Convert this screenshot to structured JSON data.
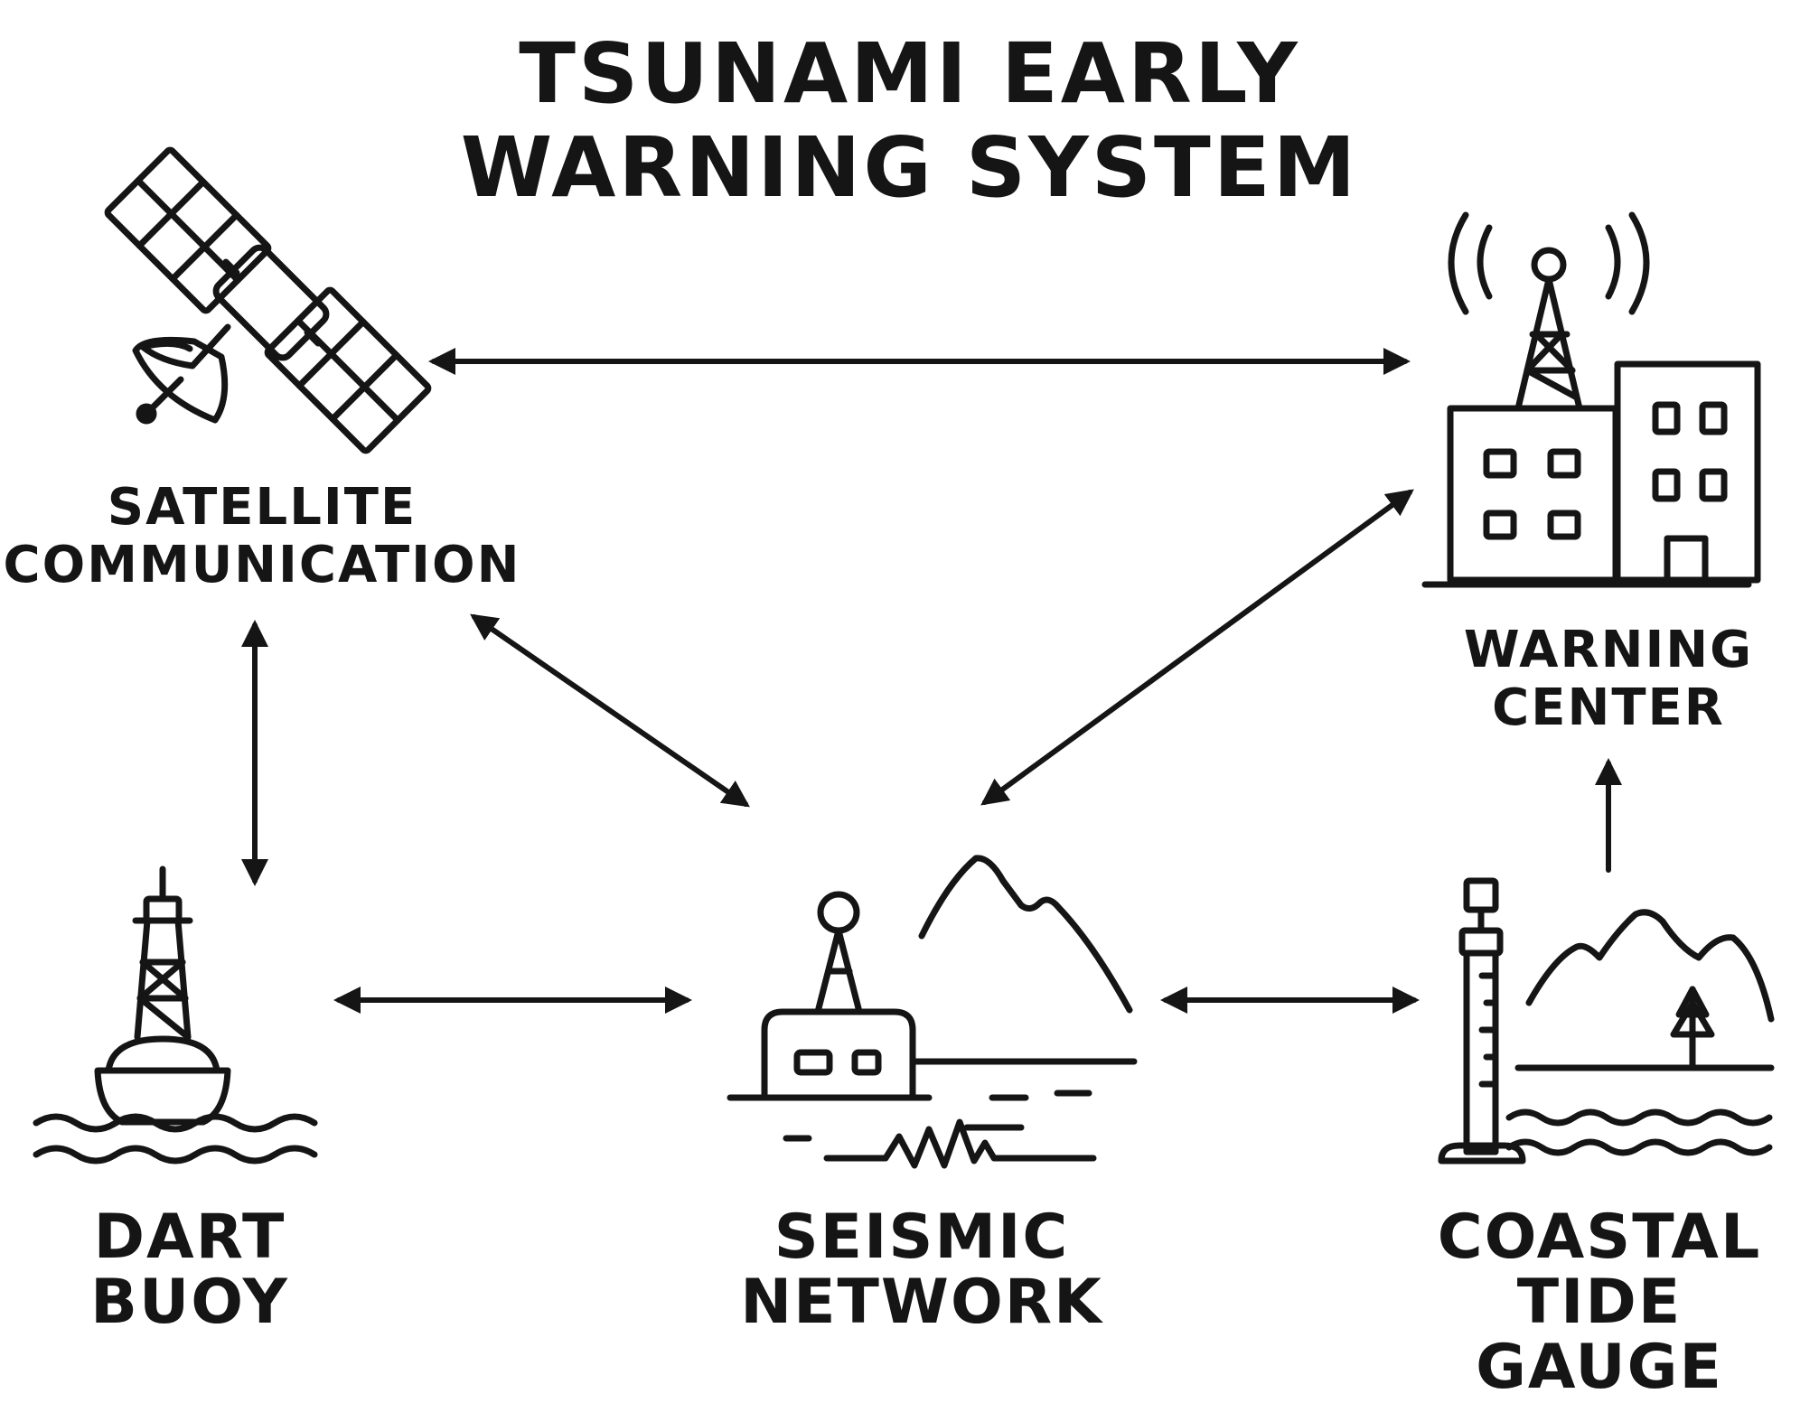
{
  "title": {
    "line1": "TSUNAMI EARLY",
    "line2": "WARNING SYSTEM"
  },
  "nodes": {
    "satellite": {
      "line1": "SATELLITE",
      "line2": "COMMUNICATION",
      "icon": "satellite-icon"
    },
    "warning_center": {
      "line1": "WARNING",
      "line2": "CENTER",
      "icon": "warning-center-building-icon"
    },
    "dart_buoy": {
      "line1": "DART",
      "line2": "BUOY",
      "icon": "buoy-icon"
    },
    "seismic": {
      "line1": "SEISMIC",
      "line2": "NETWORK",
      "icon": "seismic-station-icon"
    },
    "tide_gauge": {
      "line1": "COASTAL",
      "line2": "TIDE GAUGE",
      "icon": "tide-gauge-icon"
    }
  },
  "colors": {
    "ink": "#151515",
    "background": "#ffffff"
  }
}
